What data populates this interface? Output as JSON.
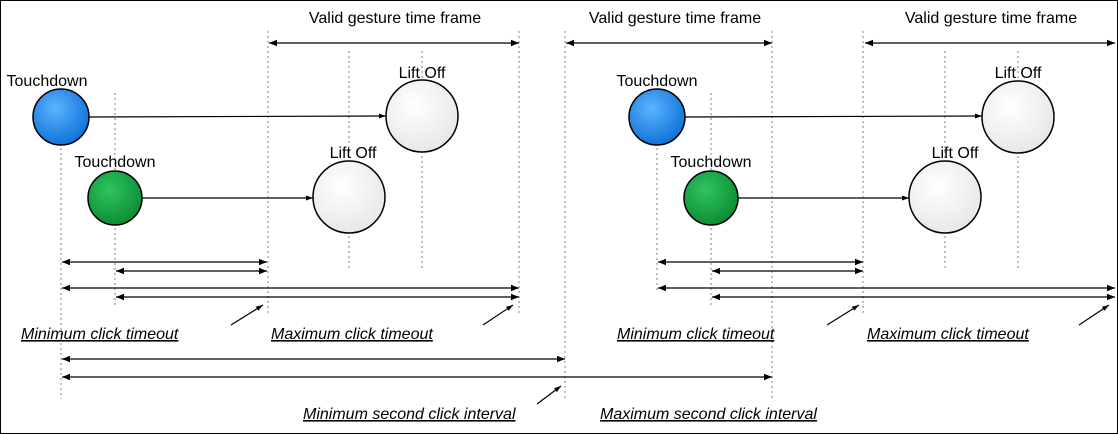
{
  "labels": {
    "valid_gesture_time_frame": "Valid gesture time frame",
    "touchdown": "Touchdown",
    "lift_off": "Lift Off",
    "minimum_click_timeout": "Minimum click timeout",
    "maximum_click_timeout": "Maximum click timeout",
    "minimum_second_click_interval": "Minimum second click interval",
    "maximum_second_click_interval": "Maximum second click interval"
  },
  "colors": {
    "touchdown_primary": "#1a7fe0",
    "touchdown_secondary": "#139a3b",
    "lift_off": "#f2f2f2",
    "outline": "#000000",
    "guide": "#808080"
  }
}
